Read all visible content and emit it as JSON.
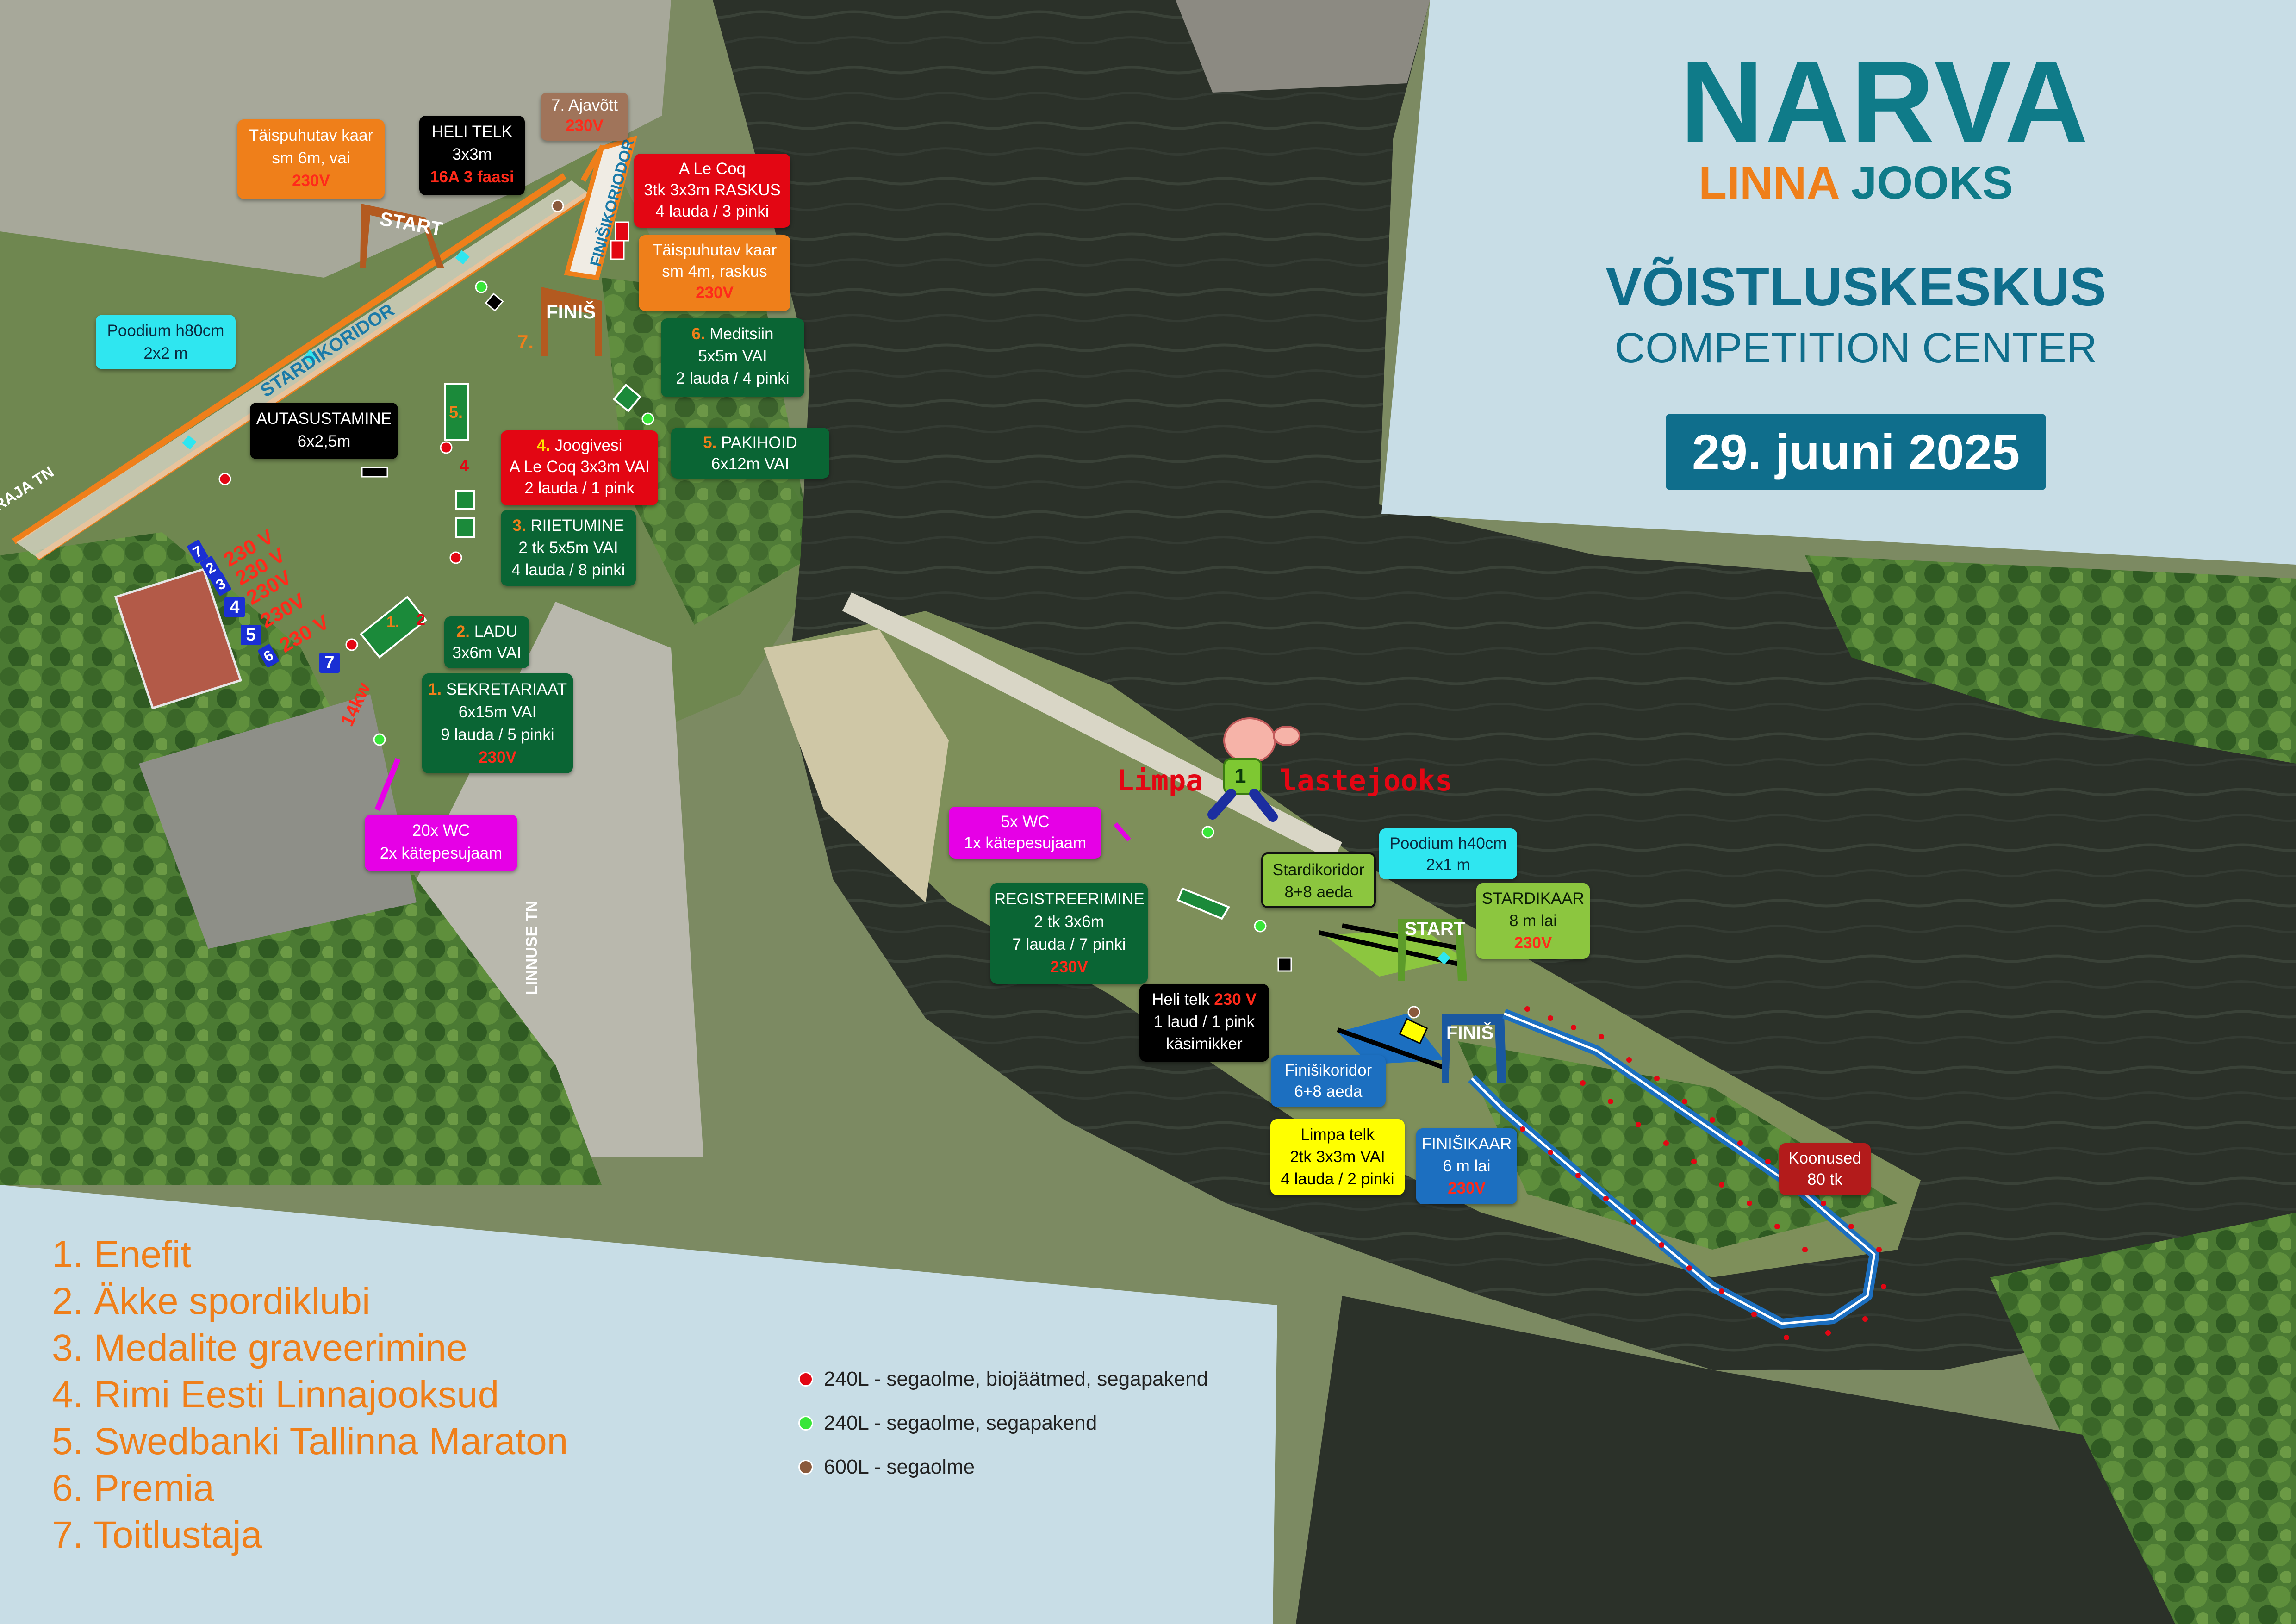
{
  "header": {
    "brand_top": "NARVA",
    "brand_linna": "LINNA",
    "brand_jooks": "JOOKS",
    "heading": "VÕISTLUSKESKUS",
    "subheading": "COMPETITION CENTER",
    "date": "29. juuni 2025"
  },
  "streets": {
    "raja": "RAJA TN",
    "linnuse": "LINNUSE TN"
  },
  "corridors": {
    "start": "STARDIKORIDOR",
    "finish": "FINIŠIKORIODOR"
  },
  "gates": {
    "start_top": "START",
    "finish_top": "FINIŠ",
    "start_bottom": "START",
    "finish_bottom": "FINIŠ"
  },
  "labels": {
    "arch_start": {
      "l1": "Täispuhutav kaar",
      "l2": "sm 6m, vai",
      "l3": "230V"
    },
    "heli_telk": {
      "l1": "HELI TELK",
      "l2": "3x3m",
      "l3": "16A 3 faasi"
    },
    "ajavott": {
      "l1": "7. Ajavõtt",
      "l2": "230V"
    },
    "alecoq": {
      "l1": "A Le Coq",
      "l2": "3tk 3x3m RASKUS",
      "l3": "4 lauda / 3 pinki"
    },
    "arch_finish": {
      "l1": "Täispuhutav kaar",
      "l2": "sm 4m, raskus",
      "l3": "230V"
    },
    "poodium_top": {
      "l1": "Poodium h80cm",
      "l2": "2x2 m"
    },
    "meditsiin": {
      "n": "6.",
      "l1": "Meditsiin",
      "l2": "5x5m VAI",
      "l3": "2 lauda / 4 pinki"
    },
    "autasustamine": {
      "l1": "AUTASUSTAMINE",
      "l2": "6x2,5m"
    },
    "joogivesi": {
      "n": "4.",
      "l1": "Joogivesi",
      "l2": "A Le Coq 3x3m VAI",
      "l3": "2 lauda / 1 pink"
    },
    "pakihoid": {
      "n": "5.",
      "l1": "PAKIHOID",
      "l2": "6x12m VAI"
    },
    "riietumine": {
      "n": "3.",
      "l1": "RIIETUMINE",
      "l2": "2 tk 5x5m VAI",
      "l3": "4 lauda / 8 pinki"
    },
    "ladu": {
      "n": "2.",
      "l1": "LADU",
      "l2": "3x6m VAI"
    },
    "sekretariaat": {
      "n": "1.",
      "l1": "SEKRETARIAAT",
      "l2": "6x15m VAI",
      "l3": "9 lauda / 5 pinki",
      "l4": "230V"
    },
    "wc_top": {
      "l1": "20x WC",
      "l2": "2x kätepesujaam"
    },
    "wc_bottom": {
      "l1": "5x WC",
      "l2": "1x kätepesujaam"
    },
    "stardikoridor": {
      "l1": "Stardikoridor",
      "l2": "8+8 aeda"
    },
    "poodium_bottom": {
      "l1": "Poodium h40cm",
      "l2": "2x1 m"
    },
    "stardikaar": {
      "l1": "STARDIKAAR",
      "l2": "8 m lai",
      "l3": "230V"
    },
    "registreerimine": {
      "l1": "REGISTREERIMINE",
      "l2": "2 tk 3x6m",
      "l3": "7 lauda / 7 pinki",
      "l4": "230V"
    },
    "heli_telk_2": {
      "l1": "Heli telk",
      "l1b": "230 V",
      "l2": "1 laud / 1 pink",
      "l3": "käsimikker"
    },
    "finisikoridor": {
      "l1": "Finišikoridor",
      "l2": "6+8 aeda"
    },
    "limpa_telk": {
      "l1": "Limpa telk",
      "l2": "2tk 3x3m VAI",
      "l3": "4 lauda / 2 pinki"
    },
    "finisikaar": {
      "l1": "FINIŠIKAAR",
      "l2": "6 m lai",
      "l3": "230V"
    },
    "koonused": {
      "l1": "Koonused",
      "l2": "80 tk"
    }
  },
  "limpa": {
    "left": "Limpa",
    "right": "lastejooks",
    "bib": "1"
  },
  "stalls": {
    "nums": [
      "7",
      "2",
      "3",
      "4",
      "5",
      "6",
      "7"
    ],
    "power": [
      "230 V",
      "230 V",
      "230V",
      "230V",
      "230 V"
    ],
    "power_kw": "14kw"
  },
  "small_numbers": {
    "five": "5.",
    "four": "4",
    "two": "2",
    "one": "1.",
    "seven": "7."
  },
  "sponsors": [
    "1. Enefit",
    "2. Äkke spordiklubi",
    "3. Medalite graveerimine",
    "4. Rimi Eesti Linnajooksud",
    "5. Swedbanki Tallinna Maraton",
    "6. Premia",
    "7. Toitlustaja"
  ],
  "waste_legend": [
    {
      "color": "#e30613",
      "label": "240L - segaolme, biojäätmed, segapakend"
    },
    {
      "color": "#39e639",
      "label": "240L - segaolme, segapakend"
    },
    {
      "color": "#8a5a3c",
      "label": "600L - segaolme"
    }
  ],
  "colors": {
    "river": "#2c3229",
    "grass": "#6f8750",
    "trees": "#3d6b2a",
    "panel": "#c8dde6",
    "accent_teal": "#0f7b89",
    "accent_orange": "#ef7f1a",
    "track_blue": "#1c6fc0"
  }
}
